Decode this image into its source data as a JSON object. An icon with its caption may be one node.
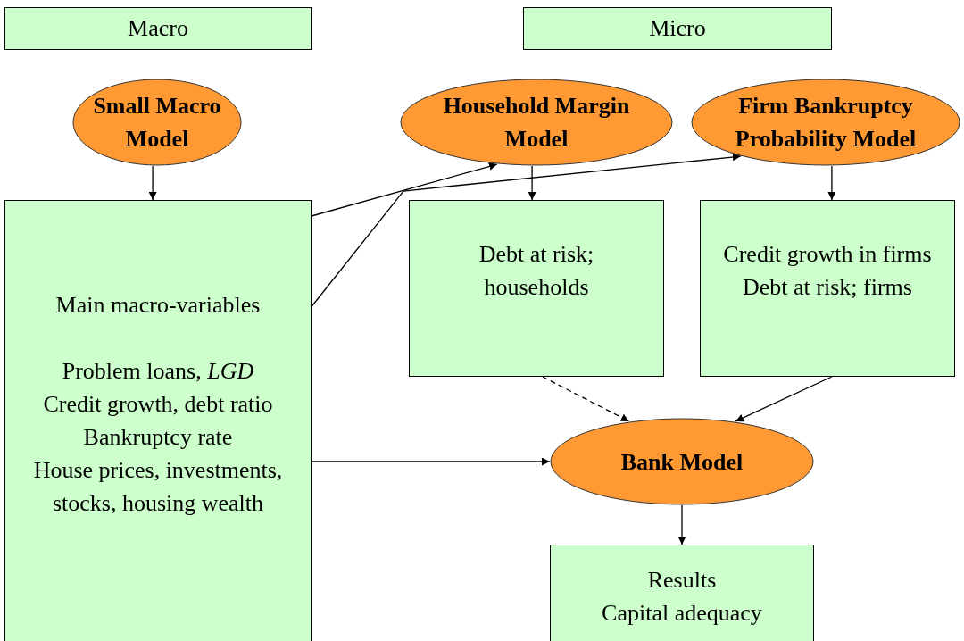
{
  "diagram": {
    "nodes": [
      {
        "text": [
          "Macro"
        ]
      },
      {
        "text": [
          "Micro"
        ]
      },
      {
        "text": [
          "Small Macro Model"
        ]
      },
      {
        "text": [
          "Household Margin Model"
        ]
      },
      {
        "text": [
          "Firm Bankruptcy Probability Model"
        ]
      },
      {
        "text": [
          "Main macro-variables",
          "Problem loans, *LGD*",
          "Credit growth, debt ratio",
          "Bankruptcy rate",
          "House prices, investments, stocks, housing wealth"
        ]
      },
      {
        "text": [
          "Debt at risk; households"
        ]
      },
      {
        "text": [
          "Credit growth in firms",
          "Debt at risk; firms"
        ]
      },
      {
        "text": [
          "Bank Model"
        ]
      },
      {
        "text": [
          "Results",
          "Capital adequacy"
        ]
      }
    ],
    "edges": [
      {
        "from": 2,
        "to": 5,
        "arrow": "to"
      },
      {
        "from": 3,
        "to": 6,
        "arrow": "to"
      },
      {
        "from": 4,
        "to": 7,
        "arrow": "to"
      },
      {
        "from": 5,
        "to": 3,
        "arrow": "to"
      },
      {
        "from": 5,
        "to": 4,
        "arrow": "to"
      },
      {
        "from": 5,
        "to": 8,
        "arrow": "to"
      },
      {
        "from": 6,
        "to": 8,
        "arrow": "to",
        "style": "dashed"
      },
      {
        "from": 7,
        "to": 8,
        "arrow": "to"
      },
      {
        "from": 8,
        "to": 9,
        "arrow": "to"
      }
    ]
  }
}
